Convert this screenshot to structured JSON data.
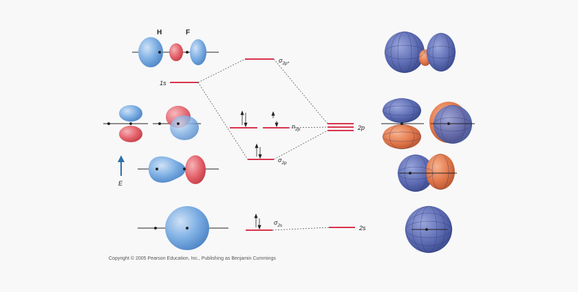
{
  "atoms": {
    "h": "H",
    "f": "F"
  },
  "levels": {
    "h_1s": "1s",
    "f_2p": "2p",
    "f_2s": "2s",
    "sigma_2s": {
      "sym": "σ",
      "sub": "2s"
    },
    "sigma_2p": {
      "sym": "σ",
      "sub": "2p"
    },
    "sigma_star_2p": {
      "sym": "σ",
      "sub": "2p*"
    },
    "n_2p": {
      "sym": "n",
      "sub": "2p"
    }
  },
  "axis": {
    "energy_label": "E"
  },
  "copyright": "Copyright © 2005 Pearson Education, Inc., Publishing as Benjamin Cummings",
  "colors": {
    "blue_lobe": "#6fa3dc",
    "red_lobe": "#e0535d",
    "level_line": "#d9324a",
    "orb3d_blue": "#5f6fb4",
    "orb3d_orange": "#e27d51",
    "arrow": "#2f6ea8"
  }
}
